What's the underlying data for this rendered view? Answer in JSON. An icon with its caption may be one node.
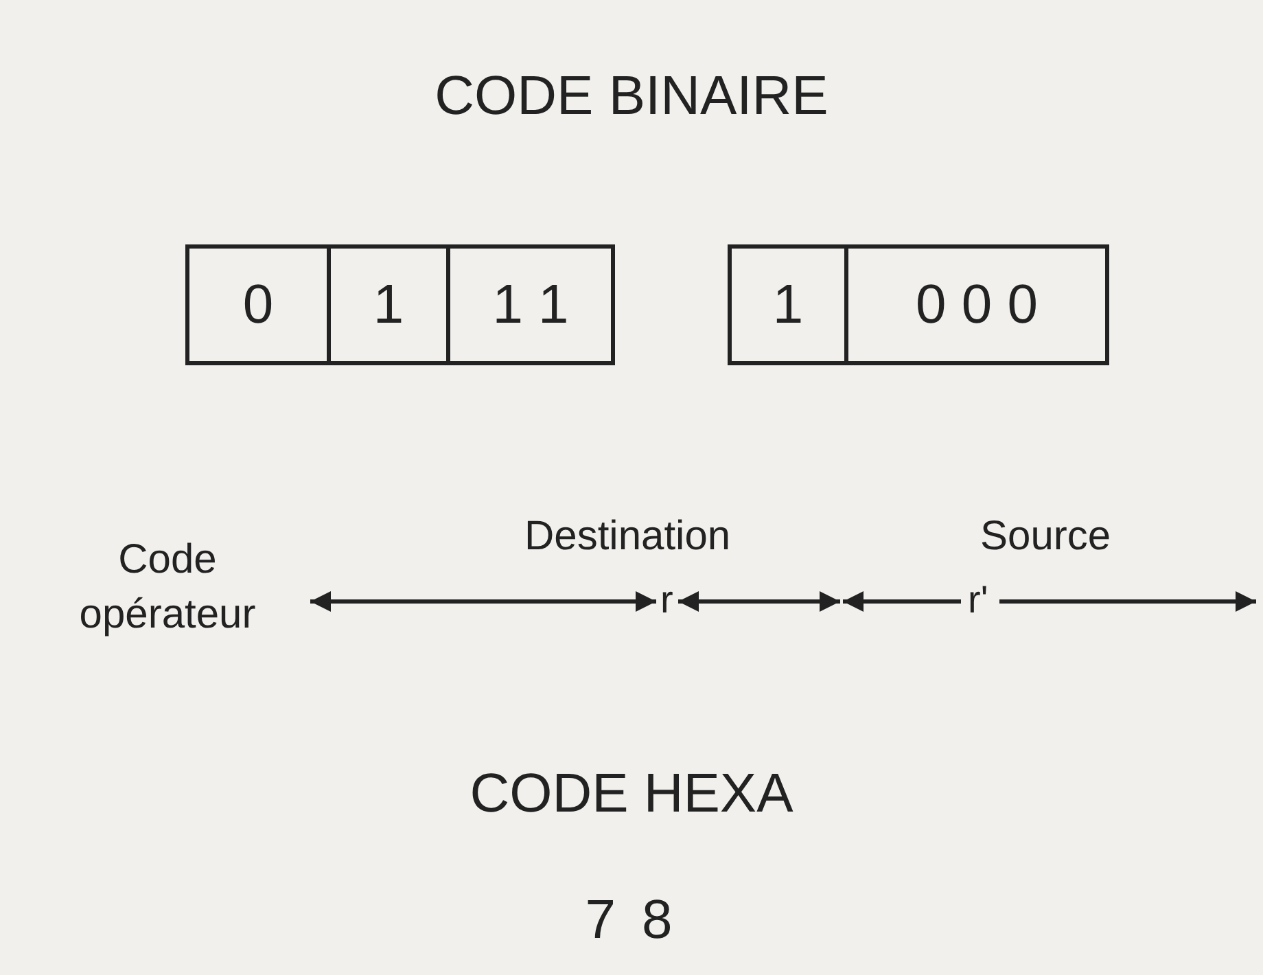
{
  "diagram": {
    "title": "CODE BINAIRE",
    "nodes": [
      {
        "text": [
          "0"
        ]
      },
      {
        "text": [
          "1"
        ]
      },
      {
        "text": [
          "1 1"
        ]
      },
      {
        "text": [
          "1"
        ]
      },
      {
        "text": [
          "0 0 0"
        ]
      }
    ],
    "labels": [
      "Code opérateur",
      "Destination",
      "r",
      "Source",
      "r'",
      "CODE HEXA",
      "7 8"
    ]
  }
}
